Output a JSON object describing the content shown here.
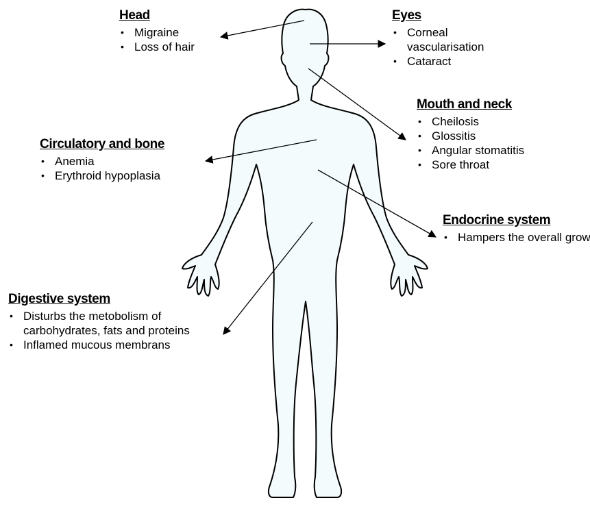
{
  "groups": [
    {
      "id": "head",
      "title": "Head",
      "items": [
        "Migraine",
        "Loss of hair"
      ]
    },
    {
      "id": "eyes",
      "title": "Eyes",
      "items": [
        "Corneal vascularisation",
        "Cataract"
      ]
    },
    {
      "id": "mouth",
      "title": "Mouth and neck",
      "items": [
        "Cheilosis",
        "Glossitis",
        "Angular stomatitis",
        "Sore throat"
      ]
    },
    {
      "id": "circ",
      "title": "Circulatory and bone",
      "items": [
        "Anemia",
        "Erythroid hypoplasia"
      ]
    },
    {
      "id": "endo",
      "title": "Endocrine system",
      "items": [
        "Hampers the overall growth"
      ]
    },
    {
      "id": "digest",
      "title": "Digestive system",
      "items": [
        "Disturbs the metobolism of carbohydrates, fats and proteins",
        "Inflamed mucous membrans"
      ]
    }
  ],
  "colors": {
    "body_fill": "#f3fbfd",
    "outline": "#000000",
    "arrow": "#000000"
  }
}
